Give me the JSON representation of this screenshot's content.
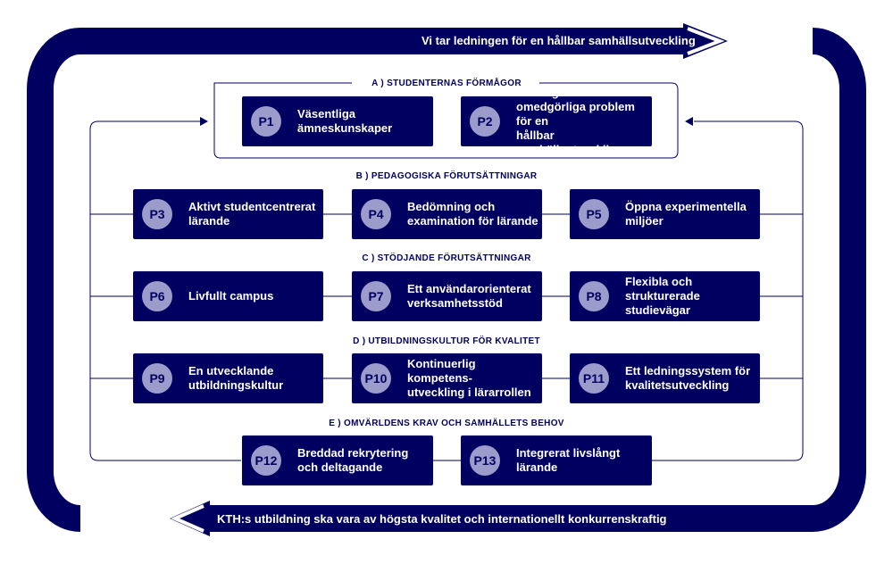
{
  "top_banner": "Vi tar ledningen för en hållbar samhällsutveckling",
  "bottom_banner": "KTH:s utbildning ska vara av högsta kvalitet och internationellt konkurrenskraftig",
  "sections": {
    "a": "A )  STUDENTERNAS FÖRMÅGOR",
    "b": "B )  PEDAGOGISKA FÖRUTSÄTTNINGAR",
    "c": "C )  STÖDJANDE FÖRUTSÄTTNINGAR",
    "d": "D )  UTBILDNINGSKULTUR FÖR KVALITET",
    "e": "E )  OMVÄRLDENS KRAV OCH SAMHÄLLETS BEHOV"
  },
  "principles": {
    "p1": {
      "id": "P1",
      "label": "Väsentliga\nämneskunskaper"
    },
    "p2": {
      "id": "P2",
      "label": "Förmåga att hantera\nomedgörliga problem för en\nhållbar samhällsutveckling"
    },
    "p3": {
      "id": "P3",
      "label": "Aktivt studentcentrerat\nlärande"
    },
    "p4": {
      "id": "P4",
      "label": "Bedömning och\nexamination för lärande"
    },
    "p5": {
      "id": "P5",
      "label": "Öppna experimentella\nmiljöer"
    },
    "p6": {
      "id": "P6",
      "label": "Livfullt campus"
    },
    "p7": {
      "id": "P7",
      "label": "Ett användarorienterat\nverksamhetsstöd"
    },
    "p8": {
      "id": "P8",
      "label": "Flexibla och strukturerade\nstudievägar"
    },
    "p9": {
      "id": "P9",
      "label": "En utvecklande\nutbildningskultur"
    },
    "p10": {
      "id": "P10",
      "label": "Kontinuerlig kompetens-\nutveckling i lärarrollen"
    },
    "p11": {
      "id": "P11",
      "label": "Ett ledningssystem för\nkvalitetsutveckling"
    },
    "p12": {
      "id": "P12",
      "label": "Breddad rekrytering\noch deltagande"
    },
    "p13": {
      "id": "P13",
      "label": "Integrerat livslångt lärande"
    }
  },
  "colors": {
    "navy": "#000060",
    "badge": "#9b9bcc",
    "text_on_navy": "#ffffff"
  }
}
